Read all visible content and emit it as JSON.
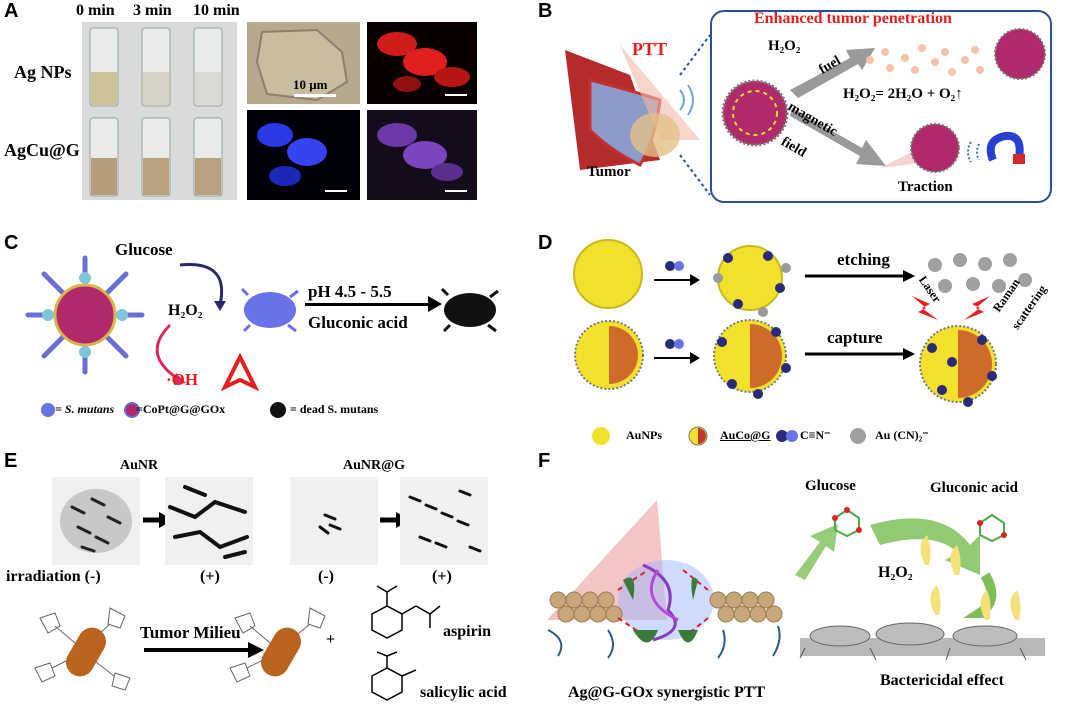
{
  "panels": {
    "A": {
      "letter": "A",
      "times": [
        "0 min",
        "3 min",
        "10 min"
      ],
      "rows": [
        "Ag NPs",
        "AgCu@G"
      ],
      "scale_bar": "10 μm"
    },
    "B": {
      "letter": "B",
      "ptt": "PTT",
      "tumor": "Tumor",
      "title": "Enhanced tumor penetration",
      "h2o2": "H₂O₂",
      "fuel": "fuel",
      "equation": "H₂O₂= 2H₂O + O₂↑",
      "magnetic": "magnetic",
      "field": "field",
      "traction": "Traction"
    },
    "C": {
      "letter": "C",
      "glucose": "Glucose",
      "h2o2": "H₂O₂",
      "oh": "·OH",
      "ph": "pH 4.5 - 5.5",
      "gluconic": "Gluconic acid",
      "legend_1": "= S. mutans",
      "legend_2": "=CoPt@G@GOx",
      "legend_3": "= dead S. mutans"
    },
    "D": {
      "letter": "D",
      "etching": "etching",
      "capture": "capture",
      "laser": "Laser",
      "raman": "Raman",
      "scattering": "scattering",
      "legend_1": "AuNPs",
      "legend_2": "AuCo@G",
      "legend_3": "C≡N⁻",
      "legend_4": "Au (CN)₂⁻"
    },
    "E": {
      "letter": "E",
      "aunr": "AuNR",
      "aunr_g": "AuNR@G",
      "irradiation": "irradiation (-)",
      "plus1": "(+)",
      "minus": "(-)",
      "plus2": "(+)",
      "milieu": "Tumor Milieu",
      "plus_sign": "+",
      "aspirin": "aspirin",
      "salicylic": "salicylic acid"
    },
    "F": {
      "letter": "F",
      "glucose": "Glucose",
      "gluconic": "Gluconic acid",
      "h2o2": "H₂O₂",
      "caption": "Ag@G-GOx synergistic PTT",
      "effect": "Bactericidal effect"
    }
  },
  "colors": {
    "red_title": "#e0211f",
    "blue_frame": "#2a4f9b",
    "nanoparticle": "#b02a6b",
    "gold": "#f2e12a",
    "arrow_gray": "#9a9a9a",
    "green_arrow": "#7fbf5a"
  }
}
